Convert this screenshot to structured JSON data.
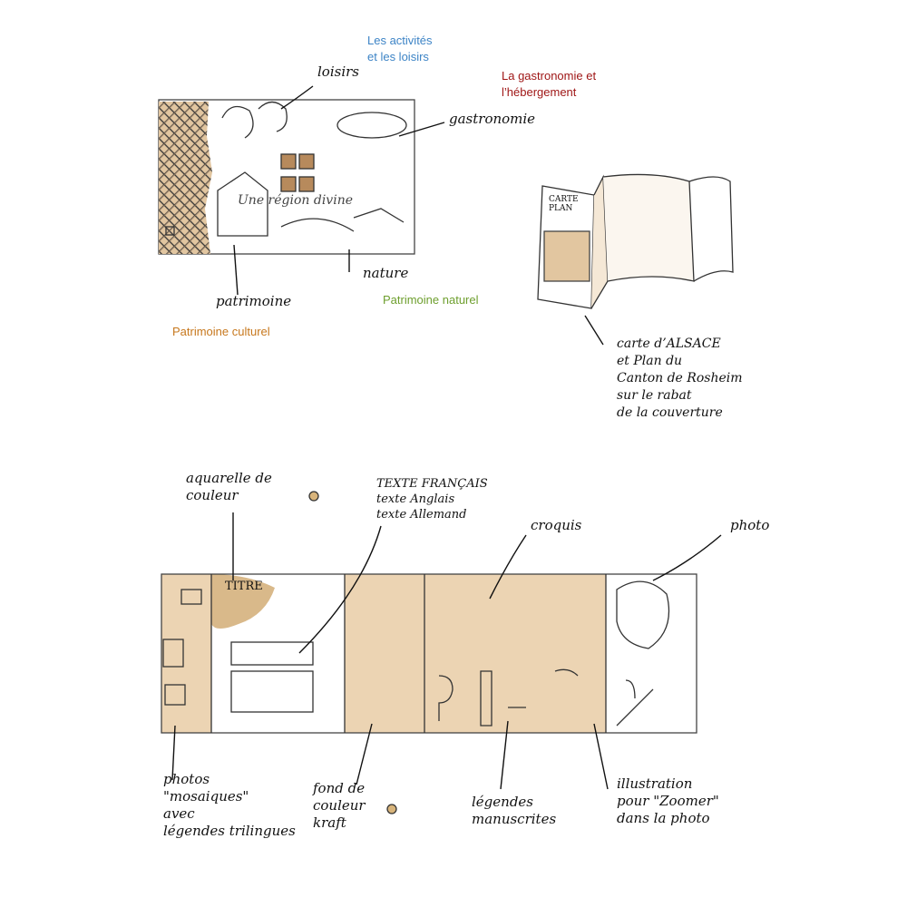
{
  "categories": {
    "activities": "Les activités\net les loisirs",
    "gastronomy": "La gastronomie et\nl’hébergement",
    "natural_heritage": "Patrimoine naturel",
    "cultural_heritage": "Patrimoine culturel"
  },
  "colors": {
    "activities": "#3d84c6",
    "gastronomy": "#9e1414",
    "natural_heritage": "#6e9f2e",
    "cultural_heritage": "#c7781e",
    "kraft": "#e8cfae"
  },
  "cover_sketch": {
    "title": "Une région divine",
    "labels": {
      "loisirs": "loisirs",
      "gastronomie": "gastronomie",
      "nature": "nature",
      "patrimoine": "patrimoine"
    }
  },
  "book_sketch": {
    "flap_text": "CARTE\nPLAN",
    "annotation": "carte d’ALSACE\net Plan du\nCanton de Rosheim\nsur le rabat\nde la couverture"
  },
  "spread_sketch": {
    "title": "TITRE",
    "labels": {
      "aquarelle": "aquarelle de\ncouleur",
      "texte": "TEXTE FRANÇAIS\ntexte Anglais\ntexte Allemand",
      "croquis": "croquis",
      "photo": "photo",
      "photos_mosaiques": "photos\n\"mosaiques\"\navec\nlégendes trilingues",
      "fond": "fond de\ncouleur\nkraft",
      "legendes": "légendes\nmanuscrites",
      "illustration": "illustration\npour \"Zoomer\"\ndans la photo"
    }
  }
}
